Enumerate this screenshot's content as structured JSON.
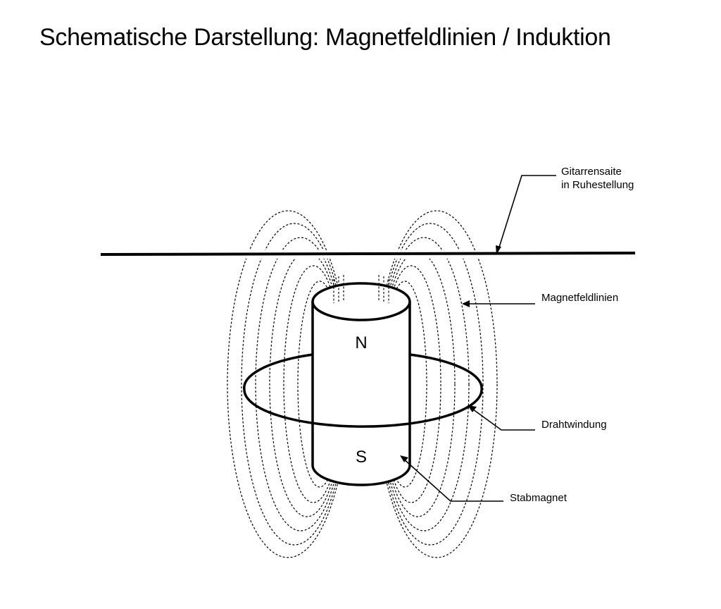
{
  "title": "Schematische Darstellung: Magnetfeldlinien / Induktion",
  "labels": {
    "string_line1": "Gitarrensaite",
    "string_line2": "in Ruhestellung",
    "field_lines": "Magnetfeldlinien",
    "wire_loop": "Drahtwindung",
    "bar_magnet": "Stabmagnet",
    "north_pole": "N",
    "south_pole": "S"
  },
  "colors": {
    "ink": "#000000",
    "background": "#ffffff"
  }
}
